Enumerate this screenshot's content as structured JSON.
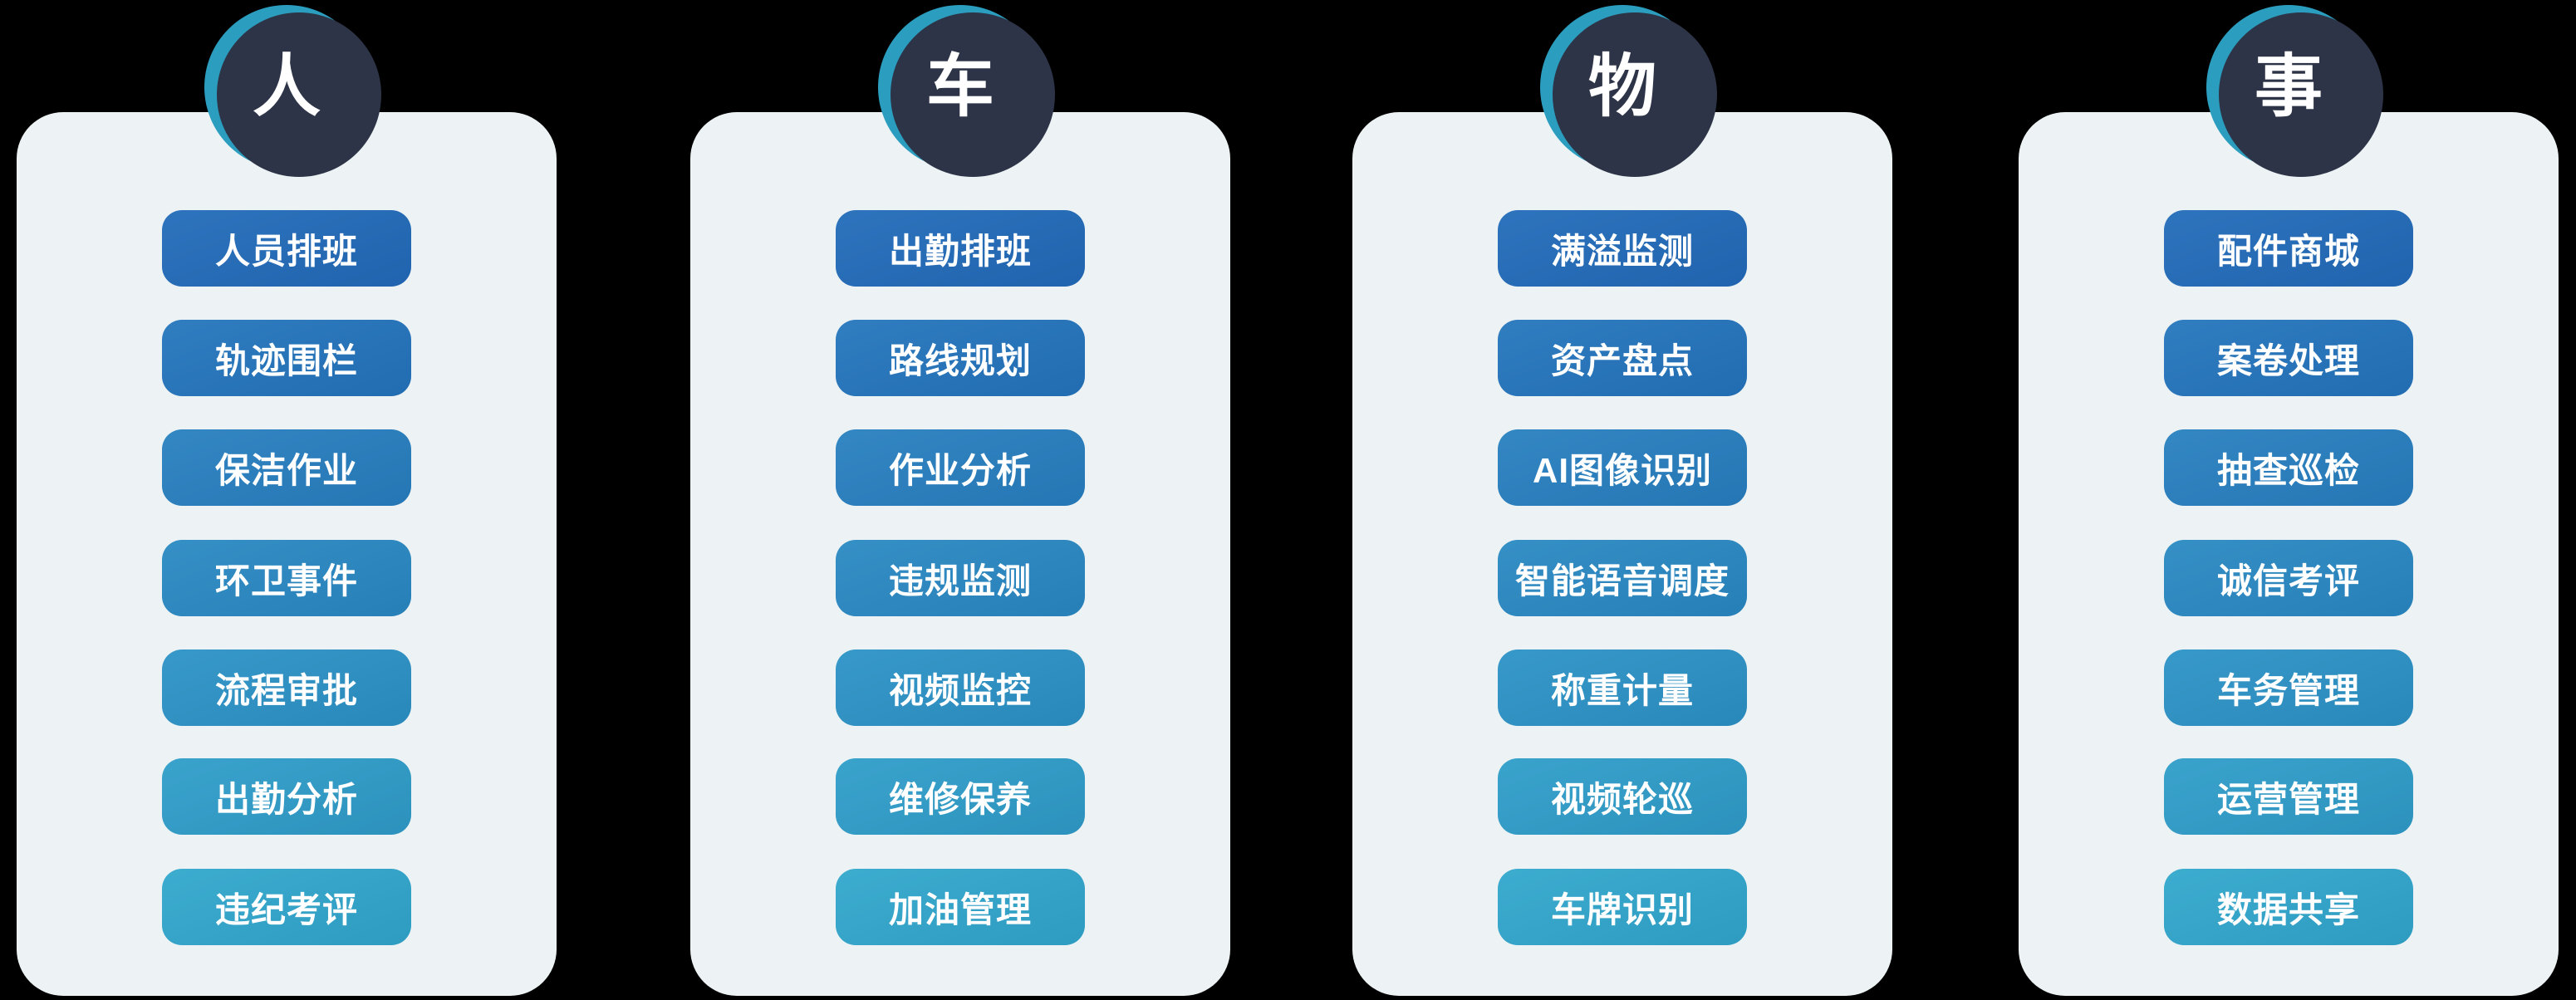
{
  "canvas": {
    "background_color": "#000000",
    "card_background": "#EDF3F4",
    "badge_color": "#2B9DBF",
    "badge_shadow_color": "#2D3447",
    "pill_text_color": "#FFFFFF",
    "pill_gradient_start": "#2063AE",
    "pill_gradient_end": "#2E9BC0"
  },
  "columns": [
    {
      "header": "人",
      "items": [
        "人员排班",
        "轨迹围栏",
        "保洁作业",
        "环卫事件",
        "流程审批",
        "出勤分析",
        "违纪考评"
      ]
    },
    {
      "header": "车",
      "items": [
        "出勤排班",
        "路线规划",
        "作业分析",
        "违规监测",
        "视频监控",
        "维修保养",
        "加油管理"
      ]
    },
    {
      "header": "物",
      "items": [
        "满溢监测",
        "资产盘点",
        "AI图像识别",
        "智能语音调度",
        "称重计量",
        "视频轮巡",
        "车牌识别"
      ]
    },
    {
      "header": "事",
      "items": [
        "配件商城",
        "案卷处理",
        "抽查巡检",
        "诚信考评",
        "车务管理",
        "运营管理",
        "数据共享"
      ]
    }
  ]
}
